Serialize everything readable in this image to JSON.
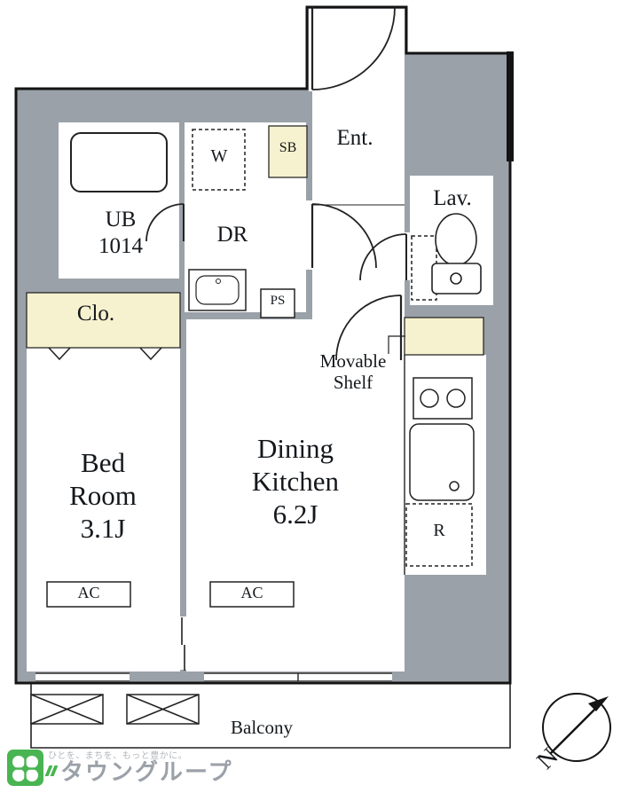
{
  "colors": {
    "wall_gray": "#9aa1a8",
    "storage_cream": "#f6f2cf",
    "outline_black": "#141414",
    "logo_green": "#49b552",
    "brand_text_gray": "#9ba1a8"
  },
  "plan": {
    "rooms": {
      "ub": {
        "name": "UB",
        "size": "1014"
      },
      "washer": "W",
      "shoebox": "SB",
      "entrance": "Ent.",
      "dressing": "DR",
      "lavatory": "Lav.",
      "pipe_space": "PS",
      "closet": "Clo.",
      "movable_shelf": {
        "line1": "Movable",
        "line2": "Shelf"
      },
      "bedroom": {
        "line1": "Bed",
        "line2": "Room",
        "size": "3.1J"
      },
      "dining_kitchen": {
        "line1": "Dining",
        "line2": "Kitchen",
        "size": "6.2J"
      },
      "refrigerator": "R",
      "ac": "AC",
      "balcony": "Balcony"
    },
    "compass_n": "N"
  },
  "footer": {
    "tagline": "ひとを、まちを、もっと豊かに。",
    "brand": "タウングループ"
  }
}
